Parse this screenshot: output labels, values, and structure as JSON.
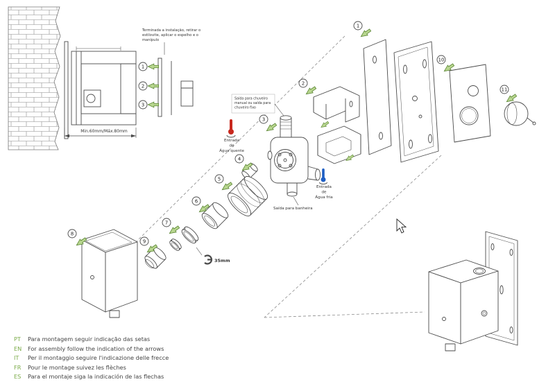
{
  "colors": {
    "line": "#4a4a4a",
    "green_arrow_fill": "#b8d68f",
    "green_arrow_stroke": "#57832f",
    "green_text": "#7cab4a",
    "hot_red": "#c8281e",
    "cold_blue": "#1f5fc4"
  },
  "wall_detail": {
    "note_lines": [
      "Terminada a instalação, retirar o",
      "estilovite, aplicar o espelho e o",
      "manípulo"
    ],
    "depth_label": "Min.60mm/Máx.80mm",
    "callouts": [
      "1",
      "2",
      "3"
    ]
  },
  "exploded": {
    "callouts": [
      "1",
      "2",
      "3",
      "4",
      "5",
      "6",
      "7",
      "8",
      "9",
      "10",
      "11"
    ],
    "labels": {
      "shower_lines": [
        "Saída para chuveiro",
        "manual ou saída para",
        "chuveiro fixo"
      ],
      "hot_lines": [
        "Entrada",
        "de",
        "Água quente"
      ],
      "cold_lines": [
        "Entrada",
        "de",
        "Água fria"
      ],
      "bath": "Saída para banheira",
      "wrench": "35mm"
    }
  },
  "legend": [
    {
      "code": "PT",
      "text": "Para montagem seguir indicação das setas"
    },
    {
      "code": "EN",
      "text": "For assembly follow the indication of the arrows"
    },
    {
      "code": "IT",
      "text": "Per il montaggio seguire l'indicazione delle frecce"
    },
    {
      "code": "FR",
      "text": "Pour le montage suivez les flèches"
    },
    {
      "code": "ES",
      "text": "Para el montaje siga la indicación de las flechas"
    }
  ]
}
